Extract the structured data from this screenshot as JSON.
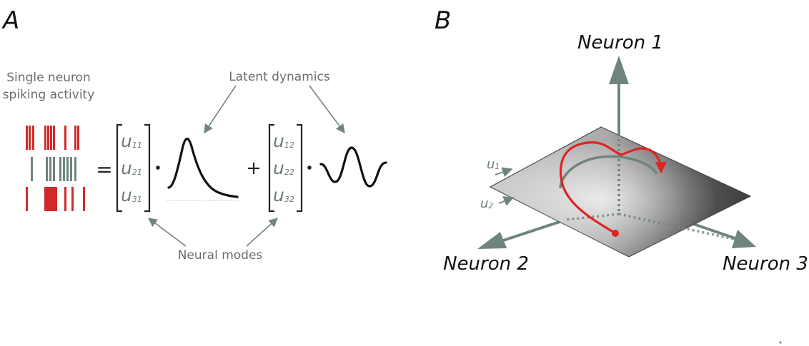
{
  "panel_a": {
    "letter": "A",
    "spiking_label_line1": "Single neuron",
    "spiking_label_line2": "spiking activity",
    "latent_label": "Latent dynamics",
    "modes_label": "Neural modes",
    "equals": "=",
    "plus": "+",
    "matrix1": [
      {
        "base": "u",
        "sub": "11"
      },
      {
        "base": "u",
        "sub": "21"
      },
      {
        "base": "u",
        "sub": "31"
      }
    ],
    "matrix2": [
      {
        "base": "u",
        "sub": "12"
      },
      {
        "base": "u",
        "sub": "22"
      },
      {
        "base": "u",
        "sub": "32"
      }
    ]
  },
  "panel_b": {
    "letter": "B",
    "axis_neuron1": "Neuron 1",
    "axis_neuron2": "Neuron 2",
    "axis_neuron3": "Neuron 3",
    "mode1": {
      "base": "u",
      "sub": "1"
    },
    "mode2": {
      "base": "u",
      "sub": "2"
    }
  },
  "colors": {
    "spike_red": "#d22a2a",
    "spike_gray": "#6f857c",
    "axis_green": "#6f857c",
    "trajectory_red": "#e02424",
    "label_gray": "#6c6c6c",
    "curve_black": "#111111"
  },
  "icons": {
    "spikes": "spike-raster",
    "latent_pulse": "single-peak-curve",
    "latent_wave": "oscillation-curve",
    "plane": "neural-manifold-plane"
  }
}
